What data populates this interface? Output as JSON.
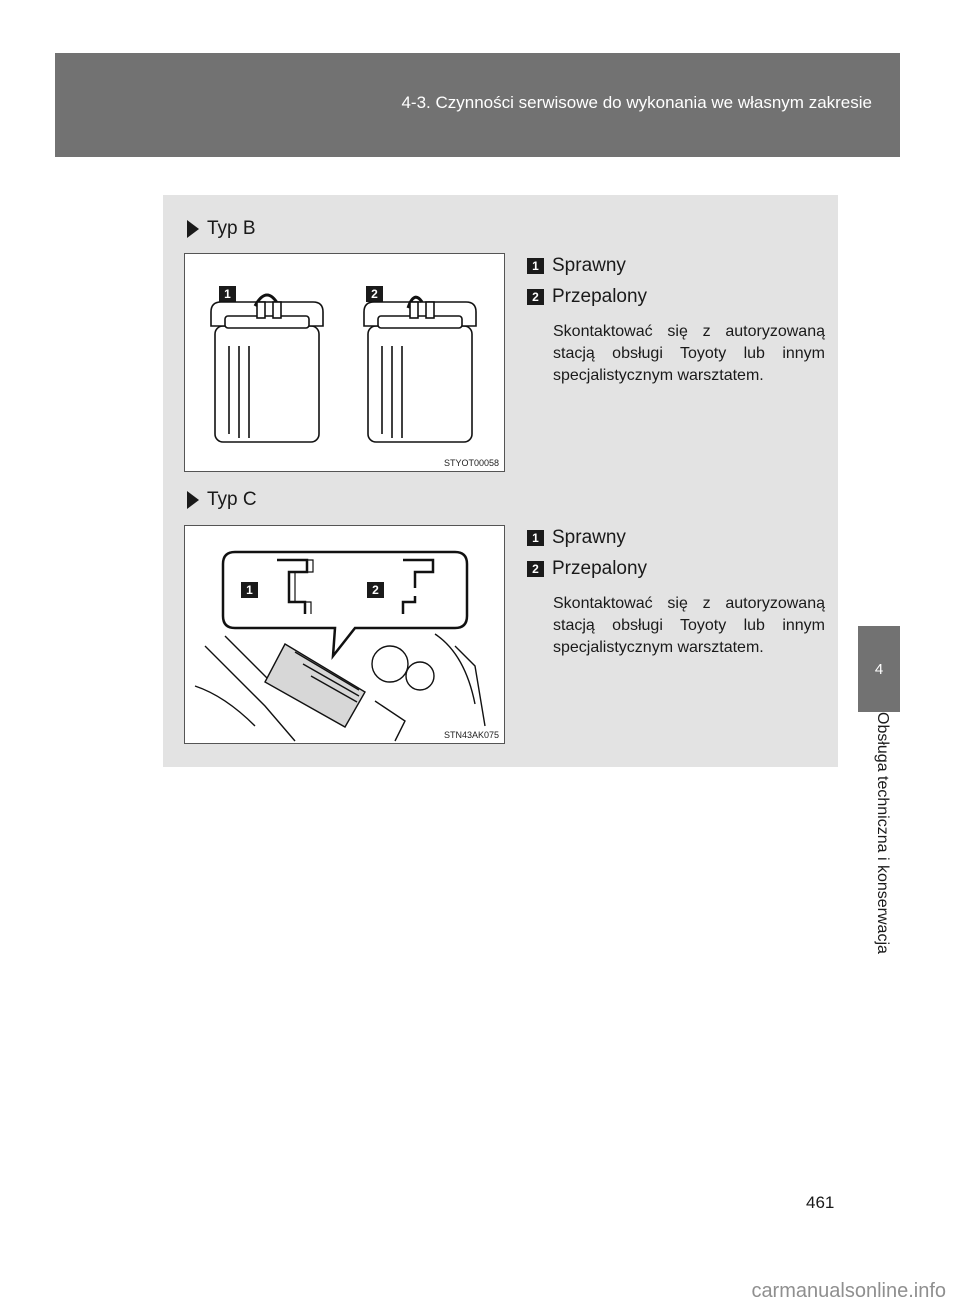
{
  "header": {
    "section_title": "4-3. Czynności serwisowe do wykonania we własnym zakresie"
  },
  "side_tab": {
    "chapter_number": "4",
    "chapter_label": "Obsługa techniczna i konserwacja"
  },
  "sections": [
    {
      "heading": "Typ B",
      "figure_code": "STYOT00058",
      "figure_badges": [
        "1",
        "2"
      ],
      "legend": [
        {
          "num": "1",
          "label": "Sprawny"
        },
        {
          "num": "2",
          "label": "Przepalony"
        }
      ],
      "description": "Skontaktować się z autoryzowaną stacją obsługi Toyoty lub innym specjalistycznym warsztatem."
    },
    {
      "heading": "Typ C",
      "figure_code": "STN43AK075",
      "figure_badges": [
        "1",
        "2"
      ],
      "legend": [
        {
          "num": "1",
          "label": "Sprawny"
        },
        {
          "num": "2",
          "label": "Przepalony"
        }
      ],
      "description": "Skontaktować się z autoryzowaną stacją obsługi Toyoty lub innym specjalistycznym warsztatem."
    }
  ],
  "page_number": "461",
  "watermark": "carmanualsonline.info"
}
